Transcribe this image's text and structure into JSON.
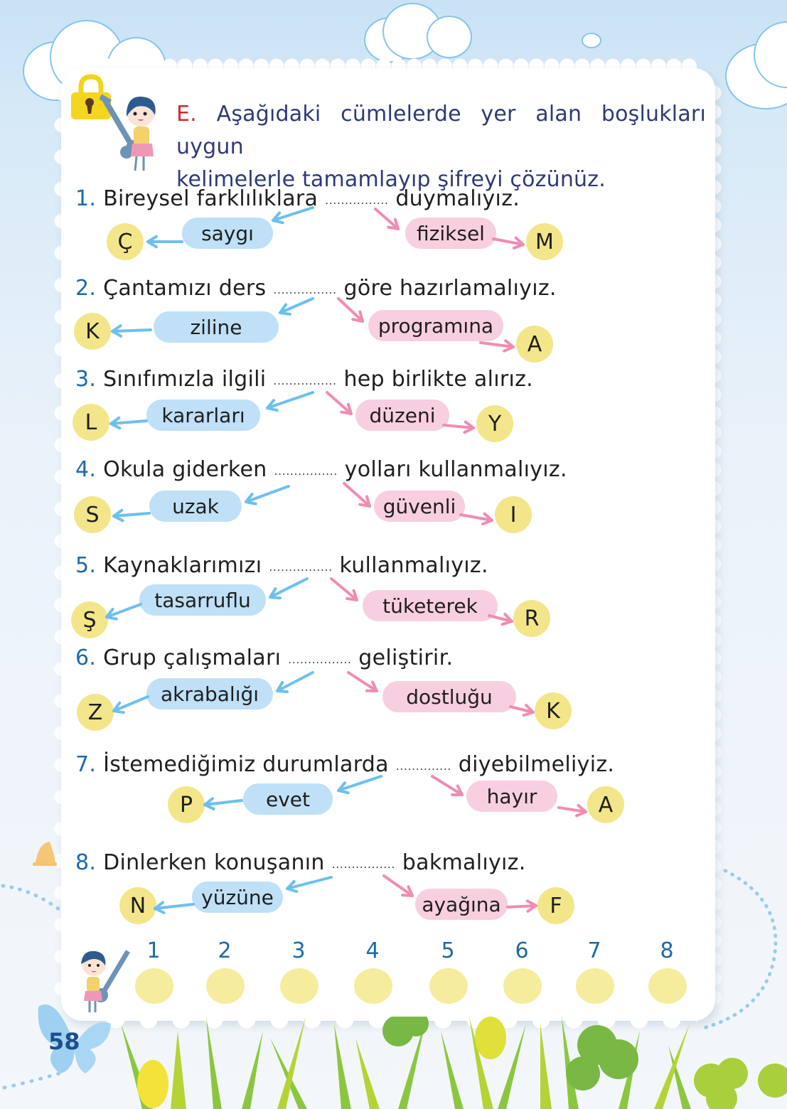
{
  "page": {
    "number": "58",
    "colors": {
      "question_number": "#1b6aa8",
      "title_text": "#2e3a78",
      "title_letter": "#d7262c",
      "blue_pill": "#bfe0f6",
      "pink_pill": "#f8cfe0",
      "coin": "#f3e68a",
      "blue_arrow": "#6cc0ee",
      "pink_arrow": "#f08cb4"
    }
  },
  "instruction": {
    "letter": "E.",
    "line1": "Aşağıdaki cümlelerde yer alan boşlukları uygun",
    "line2": "kelimelerle tamamlayıp şifreyi çözünüz."
  },
  "questions": [
    {
      "num": "1.",
      "before": "Bireysel farklılıklara",
      "blank": "................",
      "after": "duymalıyız.",
      "left_option": "saygı",
      "left_letter": "Ç",
      "right_option": "fiziksel",
      "right_letter": "M"
    },
    {
      "num": "2.",
      "before": "Çantamızı ders",
      "blank": "................",
      "after": "göre hazırlamalıyız.",
      "left_option": "ziline",
      "left_letter": "K",
      "right_option": "programına",
      "right_letter": "A"
    },
    {
      "num": "3.",
      "before": "Sınıfımızla ilgili",
      "blank": "................",
      "after": "hep birlikte alırız.",
      "left_option": "kararları",
      "left_letter": "L",
      "right_option": "düzeni",
      "right_letter": "Y"
    },
    {
      "num": "4.",
      "before": "Okula giderken",
      "blank": "................",
      "after": "yolları kullanmalıyız.",
      "left_option": "uzak",
      "left_letter": "S",
      "right_option": "güvenli",
      "right_letter": "I"
    },
    {
      "num": "5.",
      "before": "Kaynaklarımızı",
      "blank": "................",
      "after": "kullanmalıyız.",
      "left_option": "tasarruflu",
      "left_letter": "Ş",
      "right_option": "tüketerek",
      "right_letter": "R"
    },
    {
      "num": "6.",
      "before": "Grup çalışmaları",
      "blank": "................",
      "after": "geliştirir.",
      "left_option": "akrabalığı",
      "left_letter": "Z",
      "right_option": "dostluğu",
      "right_letter": "K"
    },
    {
      "num": "7.",
      "before": "İstemediğimiz durumlarda",
      "blank": "..............",
      "after": "diyebilmeliyiz.",
      "left_option": "evet",
      "left_letter": "P",
      "right_option": "hayır",
      "right_letter": "A"
    },
    {
      "num": "8.",
      "before": "Dinlerken konuşanın",
      "blank": "................",
      "after": "bakmalıyız.",
      "left_option": "yüzüne",
      "left_letter": "N",
      "right_option": "ayağına",
      "right_letter": "F"
    }
  ],
  "answer_key": {
    "labels": [
      "1",
      "2",
      "3",
      "4",
      "5",
      "6",
      "7",
      "8"
    ],
    "values": [
      "",
      "",
      "",
      "",
      "",
      "",
      "",
      ""
    ]
  }
}
